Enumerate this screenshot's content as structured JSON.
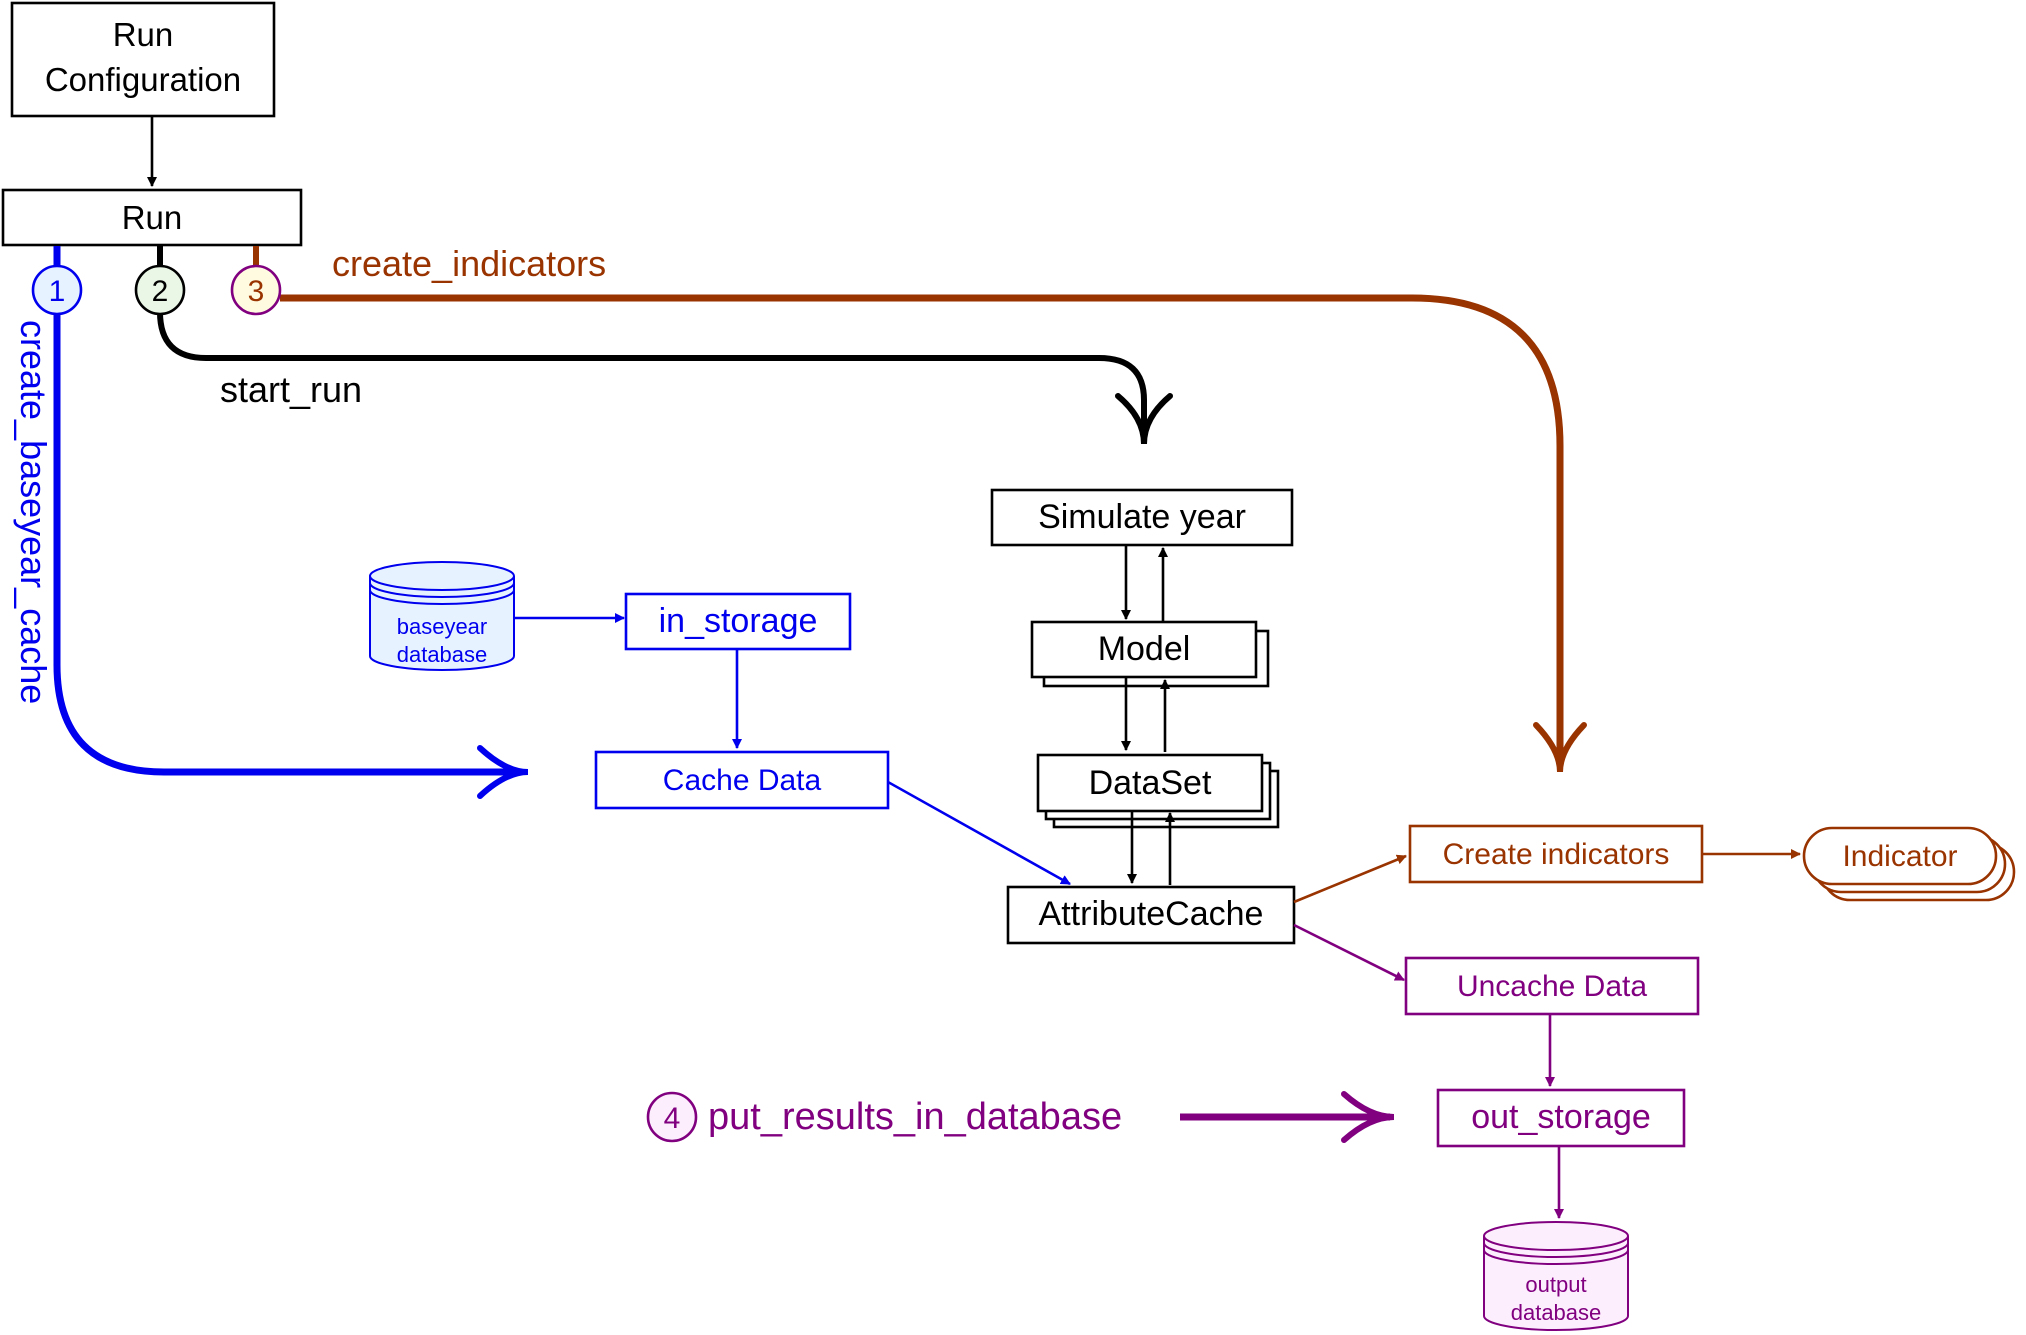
{
  "colors": {
    "black": "#000000",
    "blue": "#0000ee",
    "brown": "#993300",
    "purple": "#800080",
    "blue_fill": "#e6f2ff",
    "green_fill": "#eaf7e6",
    "yellow_fill": "#fffbe0",
    "purple_fill": "#fdeefd"
  },
  "nodes": {
    "run_configuration": {
      "line1": "Run",
      "line2": "Configuration"
    },
    "run": {
      "label": "Run"
    },
    "simulate_year": {
      "label": "Simulate year"
    },
    "model": {
      "label": "Model"
    },
    "dataset": {
      "label": "DataSet"
    },
    "attribute_cache": {
      "label": "AttributeCache"
    },
    "in_storage": {
      "label": "in_storage"
    },
    "cache_data": {
      "label": "Cache Data"
    },
    "baseyear_db": {
      "line1": "baseyear",
      "line2": "database"
    },
    "create_indicators_box": {
      "label": "Create indicators"
    },
    "indicator": {
      "label": "Indicator"
    },
    "uncache_data": {
      "label": "Uncache Data"
    },
    "out_storage": {
      "label": "out_storage"
    },
    "output_db": {
      "line1": "output",
      "line2": "database"
    }
  },
  "steps": {
    "step1": {
      "number": "1",
      "label": "create_baseyear_cache"
    },
    "step2": {
      "number": "2",
      "label": "start_run"
    },
    "step3": {
      "number": "3",
      "label": "create_indicators"
    },
    "step4": {
      "number": "4",
      "label": "put_results_in_database"
    }
  }
}
